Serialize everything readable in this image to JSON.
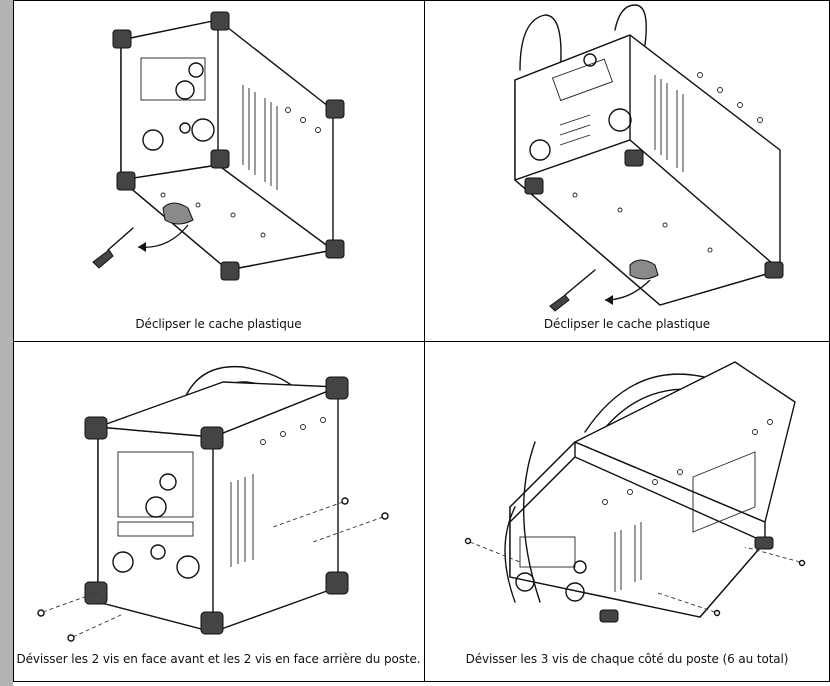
{
  "steps": [
    {
      "caption": "Déclipser le cache plastique"
    },
    {
      "caption": "Déclipser le cache plastique"
    },
    {
      "caption": "Dévisser les 2 vis en face avant et les 2 vis en face arrière du poste."
    },
    {
      "caption": "Dévisser les 3 vis de chaque côté du poste (6 au total)"
    }
  ]
}
